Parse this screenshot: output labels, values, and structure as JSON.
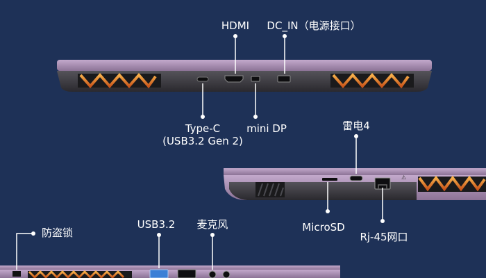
{
  "labels": {
    "hdmi": "HDMI",
    "dc_in": "DC_IN（电源接口）",
    "type_c_line1": "Type-C",
    "type_c_line2": "(USB3.2 Gen 2)",
    "mini_dp": "mini DP",
    "thunderbolt4": "雷电4",
    "microsd": "MicroSD",
    "rj45": "Rj-45网口",
    "lock": "防盗锁",
    "usb32": "USB3.2",
    "mic": "麦克风"
  },
  "colors": {
    "background": "#1e3157",
    "chassis": "#a68bb0",
    "vent_glow": "#e07a1e",
    "port_accent": "#3b7fd6"
  }
}
